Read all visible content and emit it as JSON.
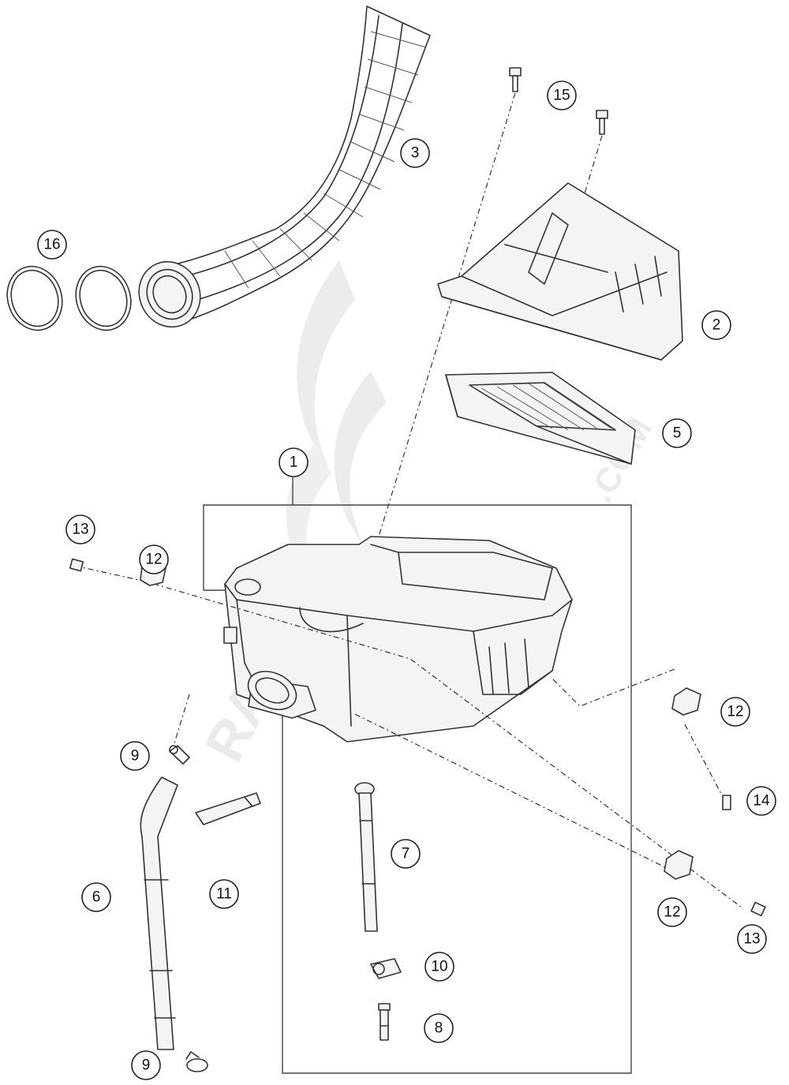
{
  "diagram": {
    "watermark_colors": {
      "ghost": "#d9d9d9"
    },
    "callouts": [
      {
        "id": "c1",
        "label": "1"
      },
      {
        "id": "c2",
        "label": "2"
      },
      {
        "id": "c3",
        "label": "3"
      },
      {
        "id": "c5",
        "label": "5"
      },
      {
        "id": "c6",
        "label": "6"
      },
      {
        "id": "c7",
        "label": "7"
      },
      {
        "id": "c8",
        "label": "8"
      },
      {
        "id": "c9a",
        "label": "9"
      },
      {
        "id": "c9b",
        "label": "9"
      },
      {
        "id": "c10",
        "label": "10"
      },
      {
        "id": "c11",
        "label": "11"
      },
      {
        "id": "c12a",
        "label": "12"
      },
      {
        "id": "c12b",
        "label": "12"
      },
      {
        "id": "c12c",
        "label": "12"
      },
      {
        "id": "c13a",
        "label": "13"
      },
      {
        "id": "c13b",
        "label": "13"
      },
      {
        "id": "c14",
        "label": "14"
      },
      {
        "id": "c15",
        "label": "15"
      },
      {
        "id": "c16",
        "label": "16"
      }
    ]
  }
}
